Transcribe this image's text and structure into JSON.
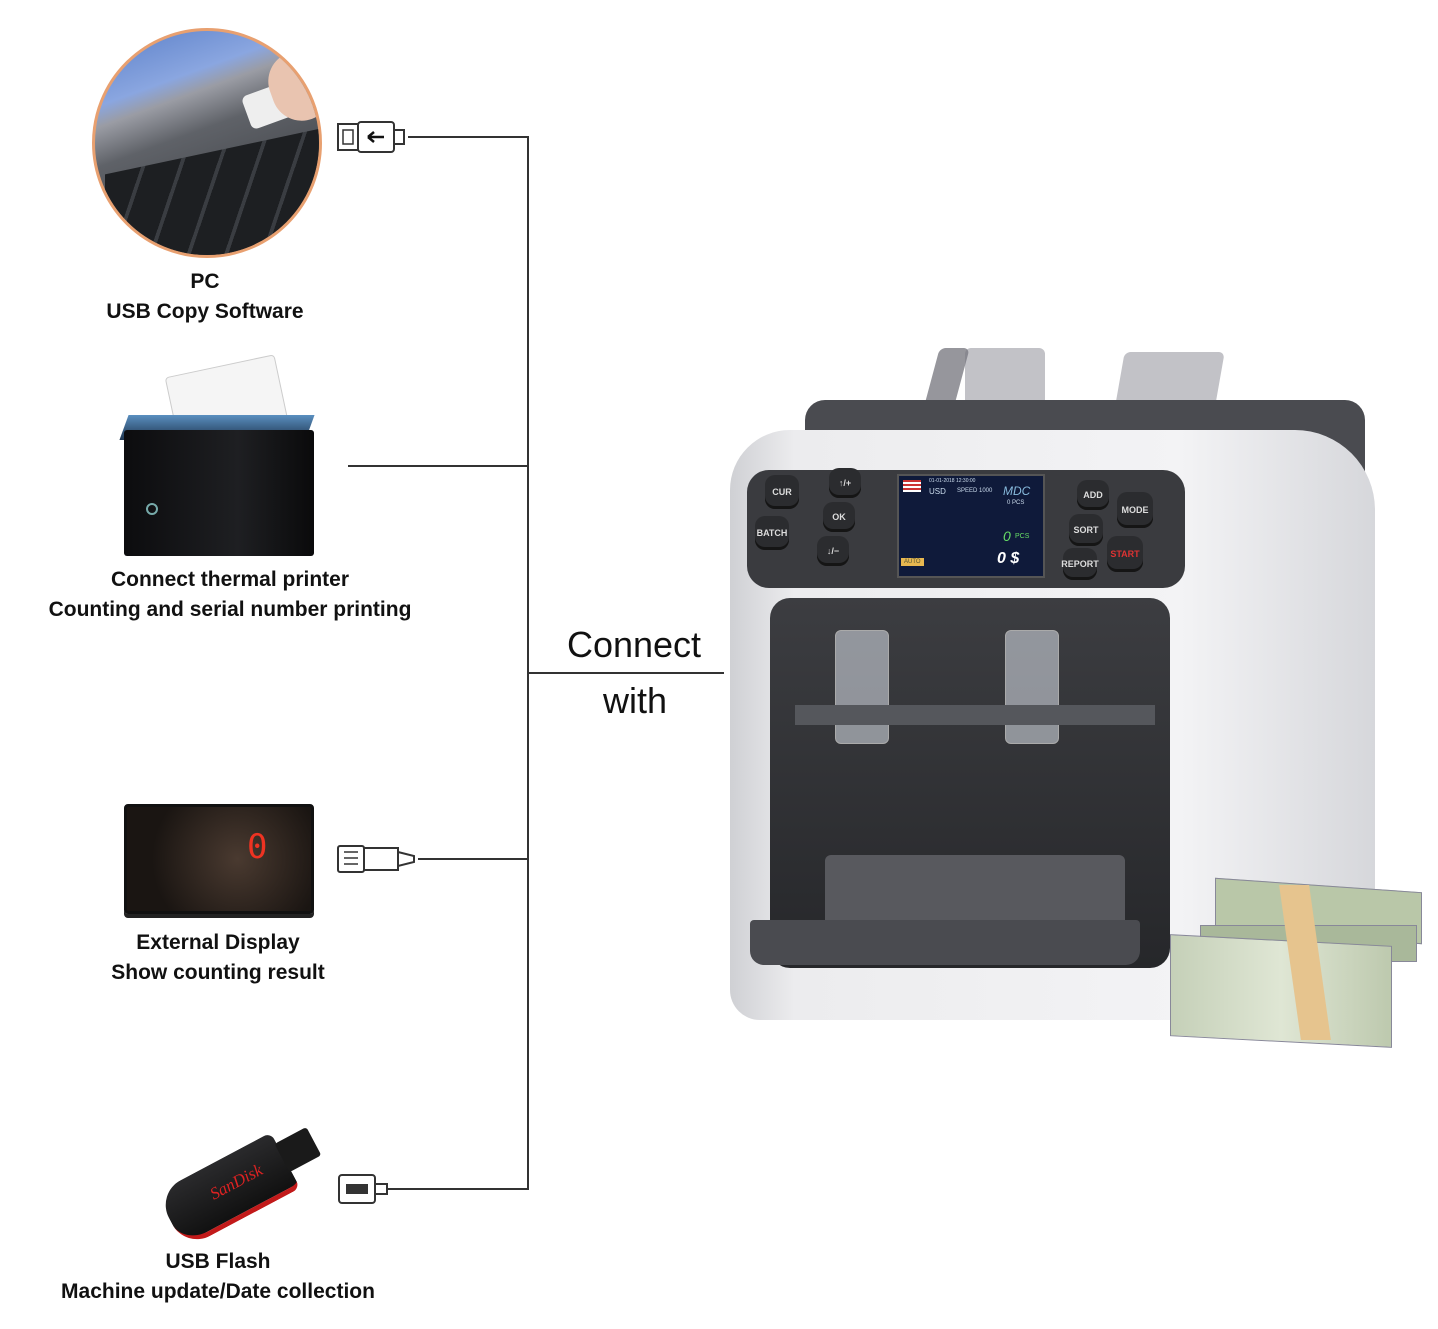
{
  "items": [
    {
      "title": "PC",
      "subtitle": "USB Copy Software",
      "connector": "usb-b-icon"
    },
    {
      "title": "Connect thermal printer",
      "subtitle": "Counting and serial number printing",
      "connector": "none"
    },
    {
      "title": "External Display",
      "subtitle": "Show counting result",
      "connector": "ethernet-icon"
    },
    {
      "title": "USB Flash",
      "subtitle": "Machine update/Date collection",
      "connector": "usb-a-icon"
    }
  ],
  "center": {
    "line1": "Connect",
    "line2": "with"
  },
  "machine": {
    "buttons_left": [
      "CUR",
      "BATCH",
      "OK"
    ],
    "buttons_right": [
      "ADD",
      "MODE",
      "SORT",
      "REPORT",
      "START"
    ],
    "screen": {
      "currency": "USD",
      "speed": "SPEED 1000",
      "mode": "MDC",
      "pcs_top": "0 PCS",
      "pcs": "0",
      "pcs_unit": "PCS",
      "amount": "0 $",
      "auto": "AUTO",
      "date": "01-01-2018  12:30:00"
    }
  },
  "flash_brand": "SanDisk",
  "display_digits": "0"
}
